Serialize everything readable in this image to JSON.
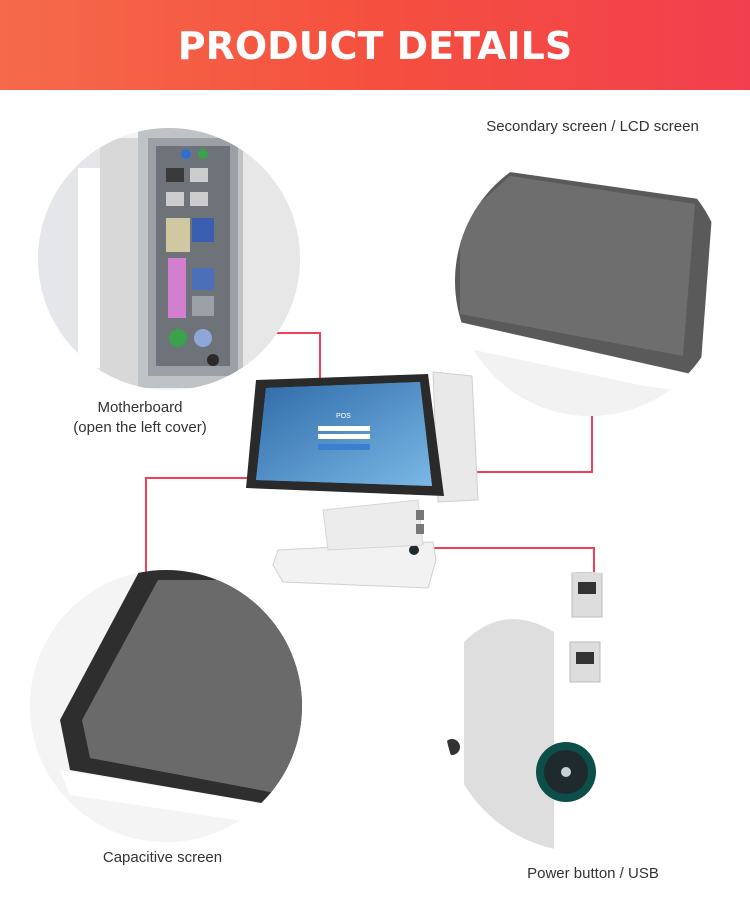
{
  "header": {
    "title": "PRODUCT DETAILS"
  },
  "callouts": {
    "secondary_screen": "Secondary screen / LCD screen",
    "motherboard_line1": "Motherboard",
    "motherboard_line2": "(open the left cover)",
    "capacitive_screen": "Capacitive screen",
    "power_usb": "Power button / USB"
  },
  "screen_ui": {
    "brand": "POS"
  },
  "colors": {
    "accent": "#ef4057",
    "banner_start": "#f56a4a",
    "banner_end": "#f23f4e"
  }
}
